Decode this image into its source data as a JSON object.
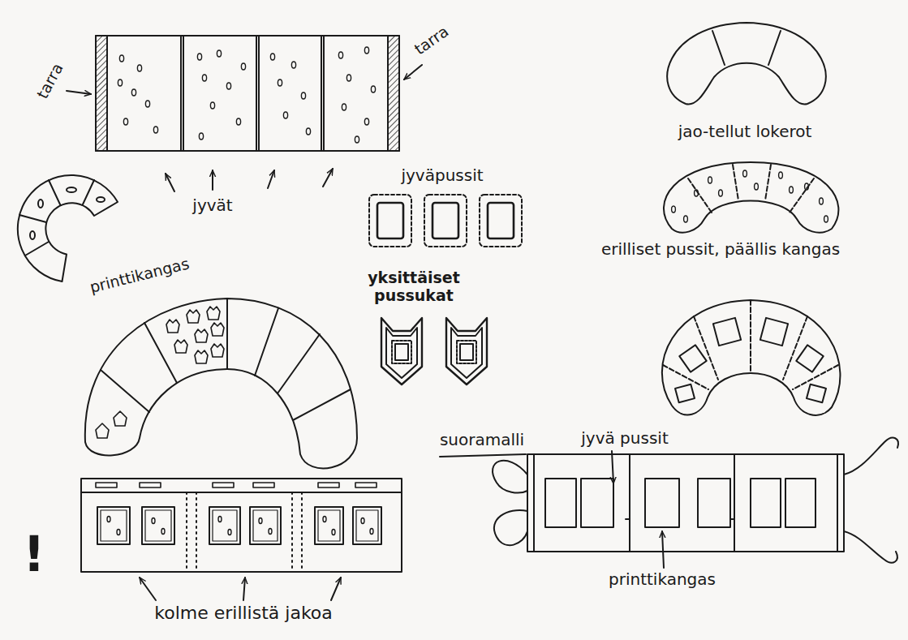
{
  "diagram": {
    "labels": [
      "tarra",
      "tarra",
      "jao-tellut lokerot",
      "jyvät",
      "jyväpussit",
      "erilliset pussit, päällis kangas",
      "printtikangas",
      "yksittäiset pussukat",
      "suoramalli",
      "jyvä pussit",
      "!",
      "kolme erillistä jakoa",
      "printtikangas"
    ]
  }
}
